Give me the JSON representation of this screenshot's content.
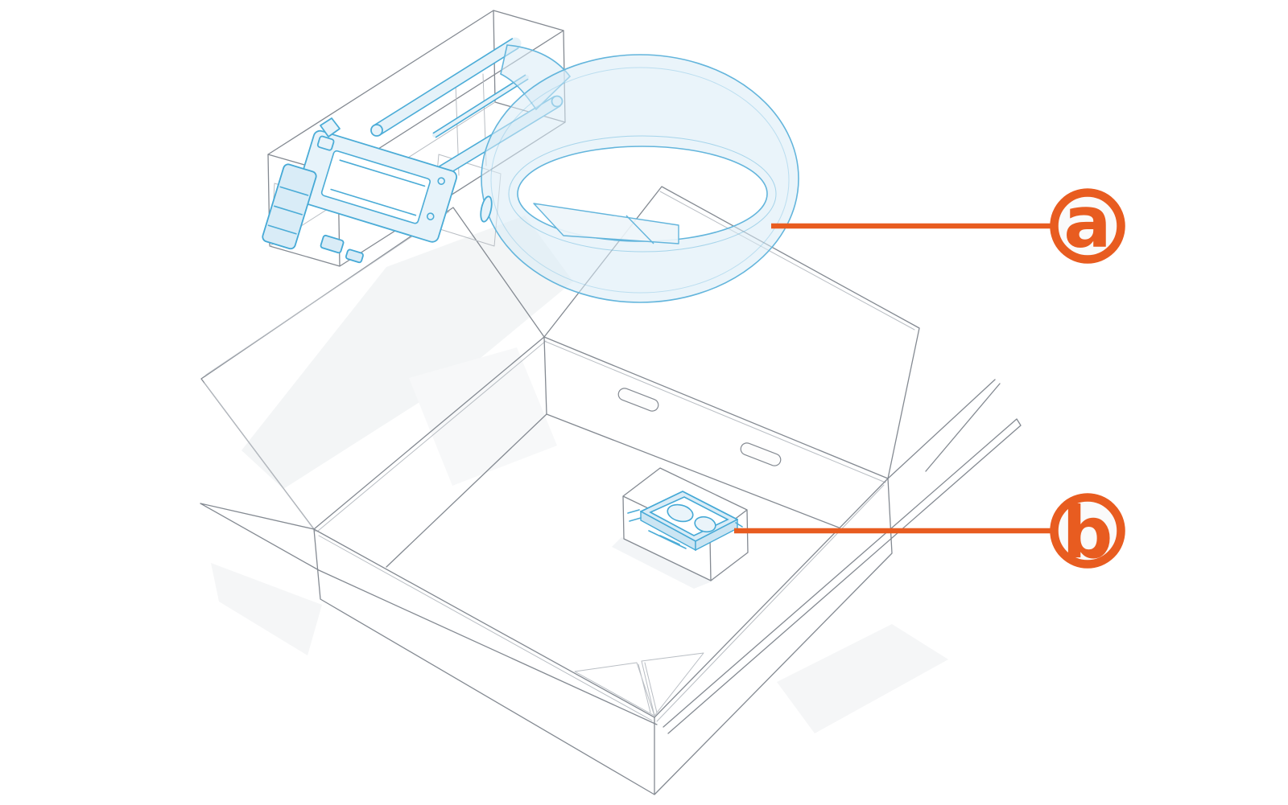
{
  "figure": {
    "kind": "packaging-unboxing-diagram",
    "callouts": [
      {
        "letter": "a"
      },
      {
        "letter": "b"
      }
    ],
    "colors": {
      "callout_orange": "#e85c20",
      "highlight_blue": "#4bacd7",
      "highlight_blue_fill": "#e3f0f8",
      "outline_gray": "#848a92",
      "badge_fill": "#fafafa",
      "shadow_gray": "#f3f5f7"
    }
  }
}
